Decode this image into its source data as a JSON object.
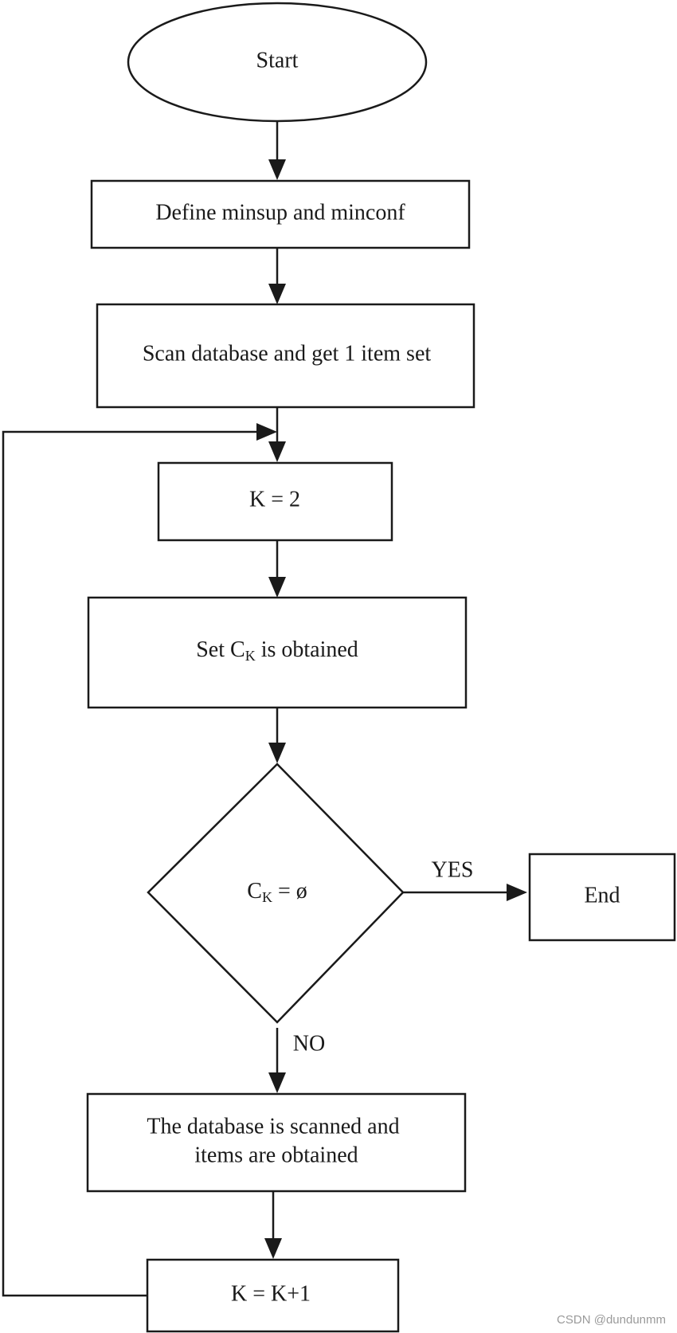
{
  "nodes": {
    "start": "Start",
    "define": "Define minsup and minconf",
    "scan": "Scan database and get 1 item set",
    "k_init": "K = 2",
    "set_ck": {
      "pre": "Set C",
      "sub": "K",
      "post": " is obtained"
    },
    "decision": {
      "pre": "C",
      "sub": "K",
      "post": " = ø"
    },
    "end": "End",
    "scan_db": {
      "line1": "The database is scanned and",
      "line2": "items are obtained"
    },
    "k_inc": "K = K+1"
  },
  "edges": {
    "yes": "YES",
    "no": "NO"
  },
  "watermark": "CSDN @dundunmm"
}
